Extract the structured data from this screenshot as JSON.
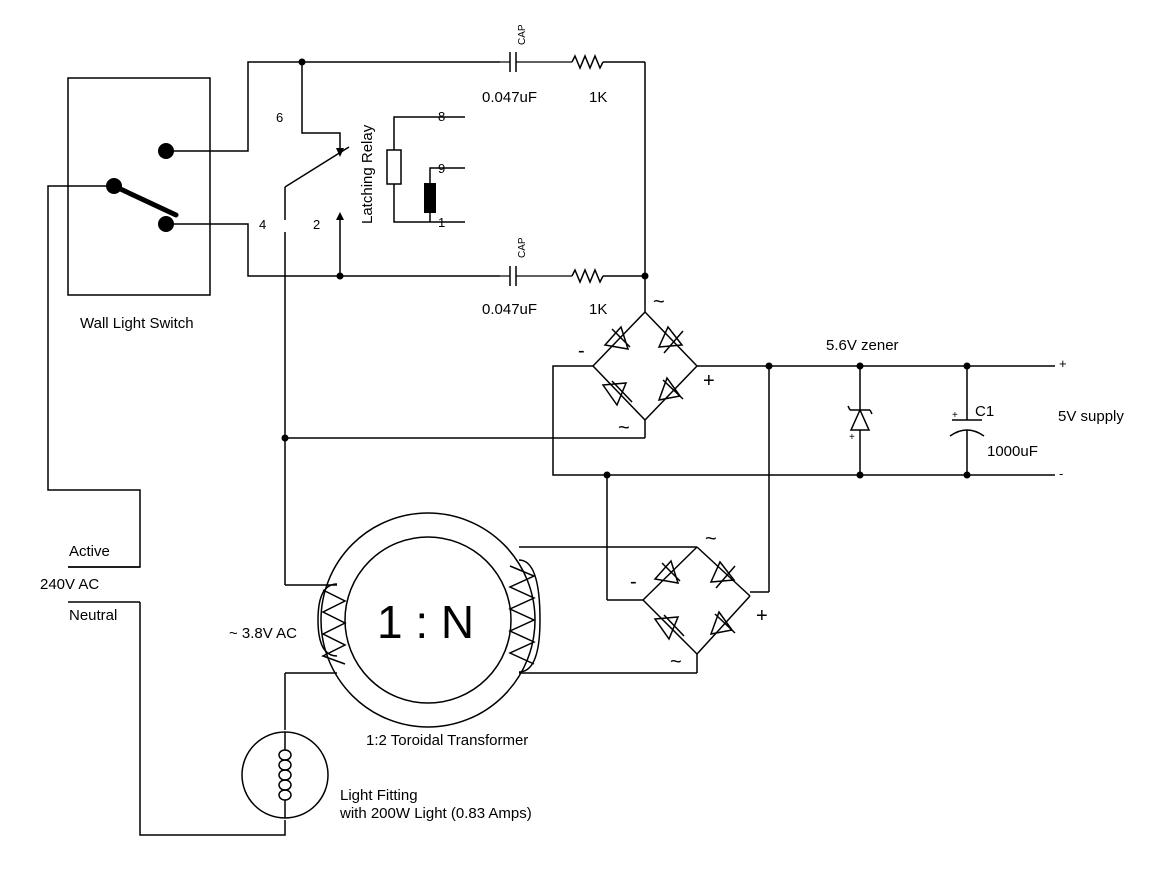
{
  "labels": {
    "wall_switch": "Wall Light Switch",
    "latching_relay": "Latching Relay",
    "cap_top_tag": "CAP",
    "cap_top_value": "0.047uF",
    "res_top_value": "1K",
    "cap_bottom_tag": "CAP",
    "cap_bottom_value": "0.047uF",
    "res_bottom_value": "1K",
    "zener": "5.6V zener",
    "c1_name": "C1",
    "c1_value": "1000uF",
    "supply": "5V supply",
    "supply_plus": "+",
    "supply_minus": "-",
    "active": "Active",
    "mains": "240V AC",
    "neutral": "Neutral",
    "primary_voltage": "~ 3.8V AC",
    "transformer_ratio": "1 : N",
    "transformer_name": "1:2 Toroidal Transformer",
    "light_fitting": "Light Fitting",
    "light_detail": "with 200W Light (0.83 Amps)"
  },
  "relay_pins": {
    "p6": "6",
    "p4": "4",
    "p2": "2",
    "p8": "8",
    "p9": "9",
    "p1": "1"
  },
  "bridge_upper": {
    "ac_top": "~",
    "ac_bottom": "~",
    "minus": "-",
    "plus": "+"
  },
  "bridge_lower": {
    "ac_top": "~",
    "ac_bottom": "~",
    "minus": "-",
    "plus": "+"
  },
  "polarity": {
    "zener_plus": "+",
    "c1_plus": "+"
  }
}
